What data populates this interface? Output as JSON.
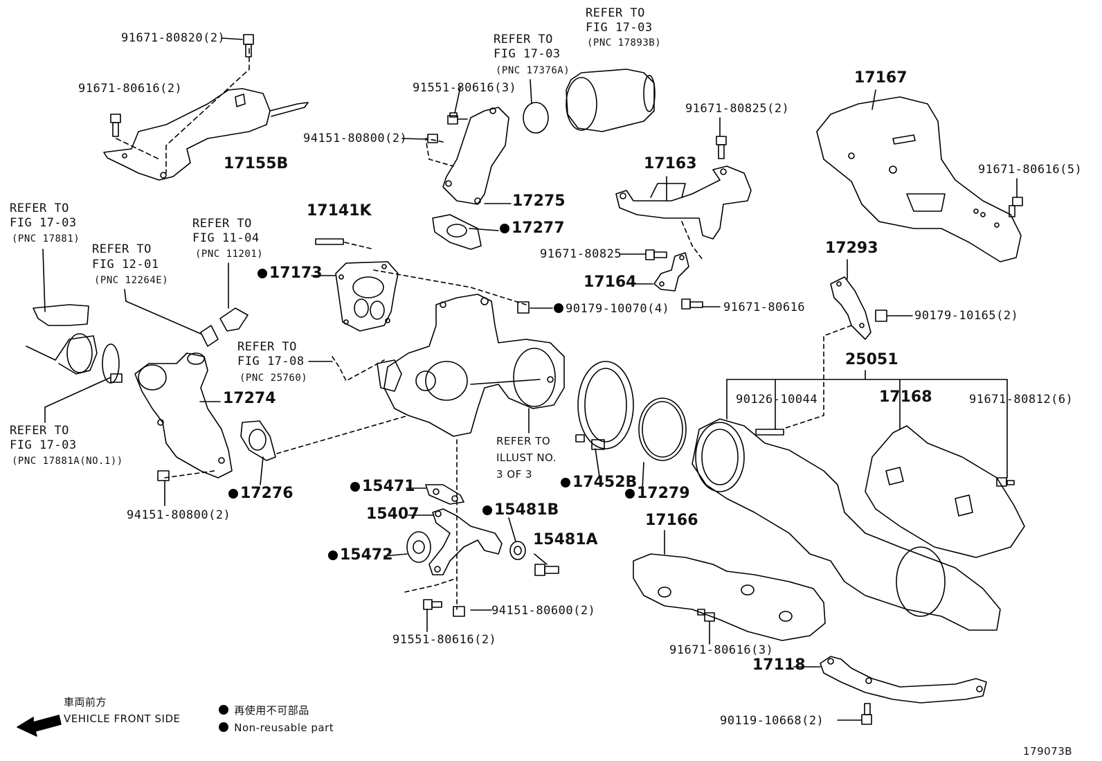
{
  "callouts": {
    "p91671_80820": "91671-80820(2)",
    "p91671_80616_a": "91671-80616(2)",
    "p17155B": "17155B",
    "refer_1703_a": "REFER TO",
    "refer_1703_a_fig": "FIG 17-03",
    "refer_1703_a_pnc": "(PNC 17893B)",
    "refer_1703_b": "REFER TO",
    "refer_1703_b_fig": "FIG 17-03",
    "refer_1703_b_pnc": "(PNC 17376A)",
    "p91551_80616_a": "91551-80616(3)",
    "p94151_80800_a": "94151-80800(2)",
    "p17275": "17275",
    "p17277": "17277",
    "p17167": "17167",
    "p91671_80825_a": "91671-80825(2)",
    "p17163": "17163",
    "p91671_80616_5": "91671-80616(5)",
    "refer_17881": "REFER TO",
    "refer_17881_fig": "FIG 17-03",
    "refer_17881_pnc": "(PNC 17881)",
    "refer_1201": "REFER TO",
    "refer_1201_fig": "FIG 12-01",
    "refer_1201_pnc": "(PNC 12264E)",
    "refer_1104": "REFER TO",
    "refer_1104_fig": "FIG 11-04",
    "refer_1104_pnc": "(PNC 11201)",
    "p17141K": "17141K",
    "p17173": "17173",
    "p91671_80825_b": "91671-80825",
    "p17164": "17164",
    "p17293": "17293",
    "p90179_10070": "90179-10070(4)",
    "p91671_80616_b": "91671-80616",
    "p90179_10165": "90179-10165(2)",
    "refer_1708": "REFER TO",
    "refer_1708_fig": "FIG 17-08",
    "refer_1708_pnc": "(PNC 25760)",
    "p25051": "25051",
    "p90126_10044": "90126-10044",
    "p17168": "17168",
    "p91671_80812": "91671-80812(6)",
    "p17274": "17274",
    "refer_17881A": "REFER TO",
    "refer_17881A_fig": "FIG 17-03",
    "refer_17881A_pnc": "(PNC 17881A(NO.1))",
    "refer_illust": "REFER TO",
    "refer_illust_no": "ILLUST NO.",
    "refer_illust_of": "3 OF 3",
    "p17452B": "17452B",
    "p17279": "17279",
    "p17276": "17276",
    "p94151_80800_b": "94151-80800(2)",
    "p15471": "15471",
    "p15407": "15407",
    "p15481B": "15481B",
    "p15481A": "15481A",
    "p15472": "15472",
    "p17166": "17166",
    "p94151_80600": "94151-80600(2)",
    "p91551_80616_b": "91551-80616(2)",
    "p91671_80616_3": "91671-80616(3)",
    "p17118": "17118",
    "p90119_10668": "90119-10668(2)"
  },
  "legend": {
    "front_jp": "車両前方",
    "front_en": "VEHICLE FRONT SIDE",
    "nonreuse_jp": "再使用不可部品",
    "nonreuse_en": "Non-reusable part"
  },
  "figure_id": "179073B"
}
